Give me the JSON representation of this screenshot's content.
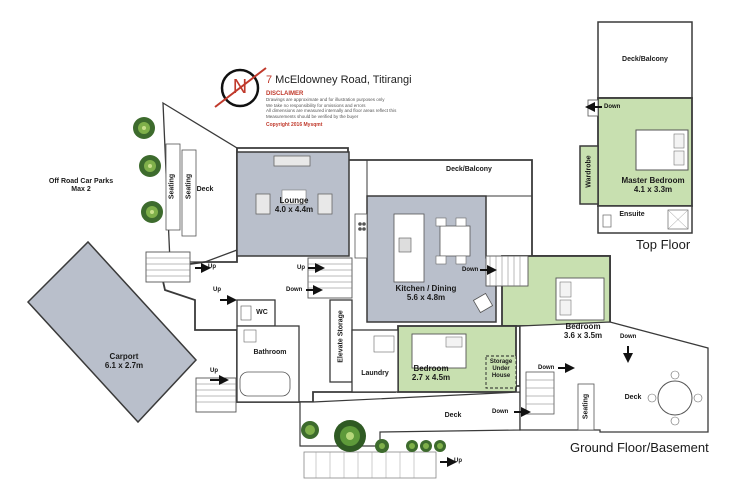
{
  "header": {
    "address_number": "7",
    "address_rest": " McEldowney Road, Titirangi",
    "compass_letter": "N",
    "disclaimer_title": "DISCLAIMER",
    "disclaimer_lines": [
      "Drawings are approximate and for illustration purposes only",
      "We take no responsibility for omissions and errors",
      "All dimensions are measured internally and floor areas reflect this",
      "Measurements should be verified by the buyer"
    ],
    "copyright": "Copyright 2016   Mysqmt"
  },
  "floors": {
    "top": "Top Floor",
    "ground": "Ground Floor/Basement"
  },
  "rooms": {
    "lounge": {
      "name": "Lounge",
      "dims": "4.0 x 4.4m"
    },
    "kitchen": {
      "name": "Kitchen / Dining",
      "dims": "5.6 x 4.8m"
    },
    "bedroom1": {
      "name": "Bedroom",
      "dims": "3.6 x 3.5m"
    },
    "bedroom2": {
      "name": "Bedroom",
      "dims": "2.7 x 4.5m"
    },
    "master": {
      "name": "Master Bedroom",
      "dims": "4.1 x 3.3m"
    },
    "carport": {
      "name": "Carport",
      "dims": "6.1 x 2.7m"
    },
    "wc": "WC",
    "bathroom": "Bathroom",
    "laundry": "Laundry",
    "ensuite": "Ensuite",
    "wardrobe": "Wardrobe",
    "elevate_storage": "Elevate Storage",
    "storage_under_house": [
      "Storage",
      "Under",
      "House"
    ]
  },
  "labels": {
    "off_road_line1": "Off Road Car Parks",
    "off_road_line2": "Max 2",
    "deck": "Deck",
    "deck_balcony": "Deck/Balcony",
    "seating": "Seating",
    "up": "Up",
    "down": "Down"
  },
  "colors": {
    "grey_room": "#b9bfcb",
    "green_room": "#c8e0b0",
    "wall": "#3a3a3a",
    "accent_red": "#c0392b"
  }
}
